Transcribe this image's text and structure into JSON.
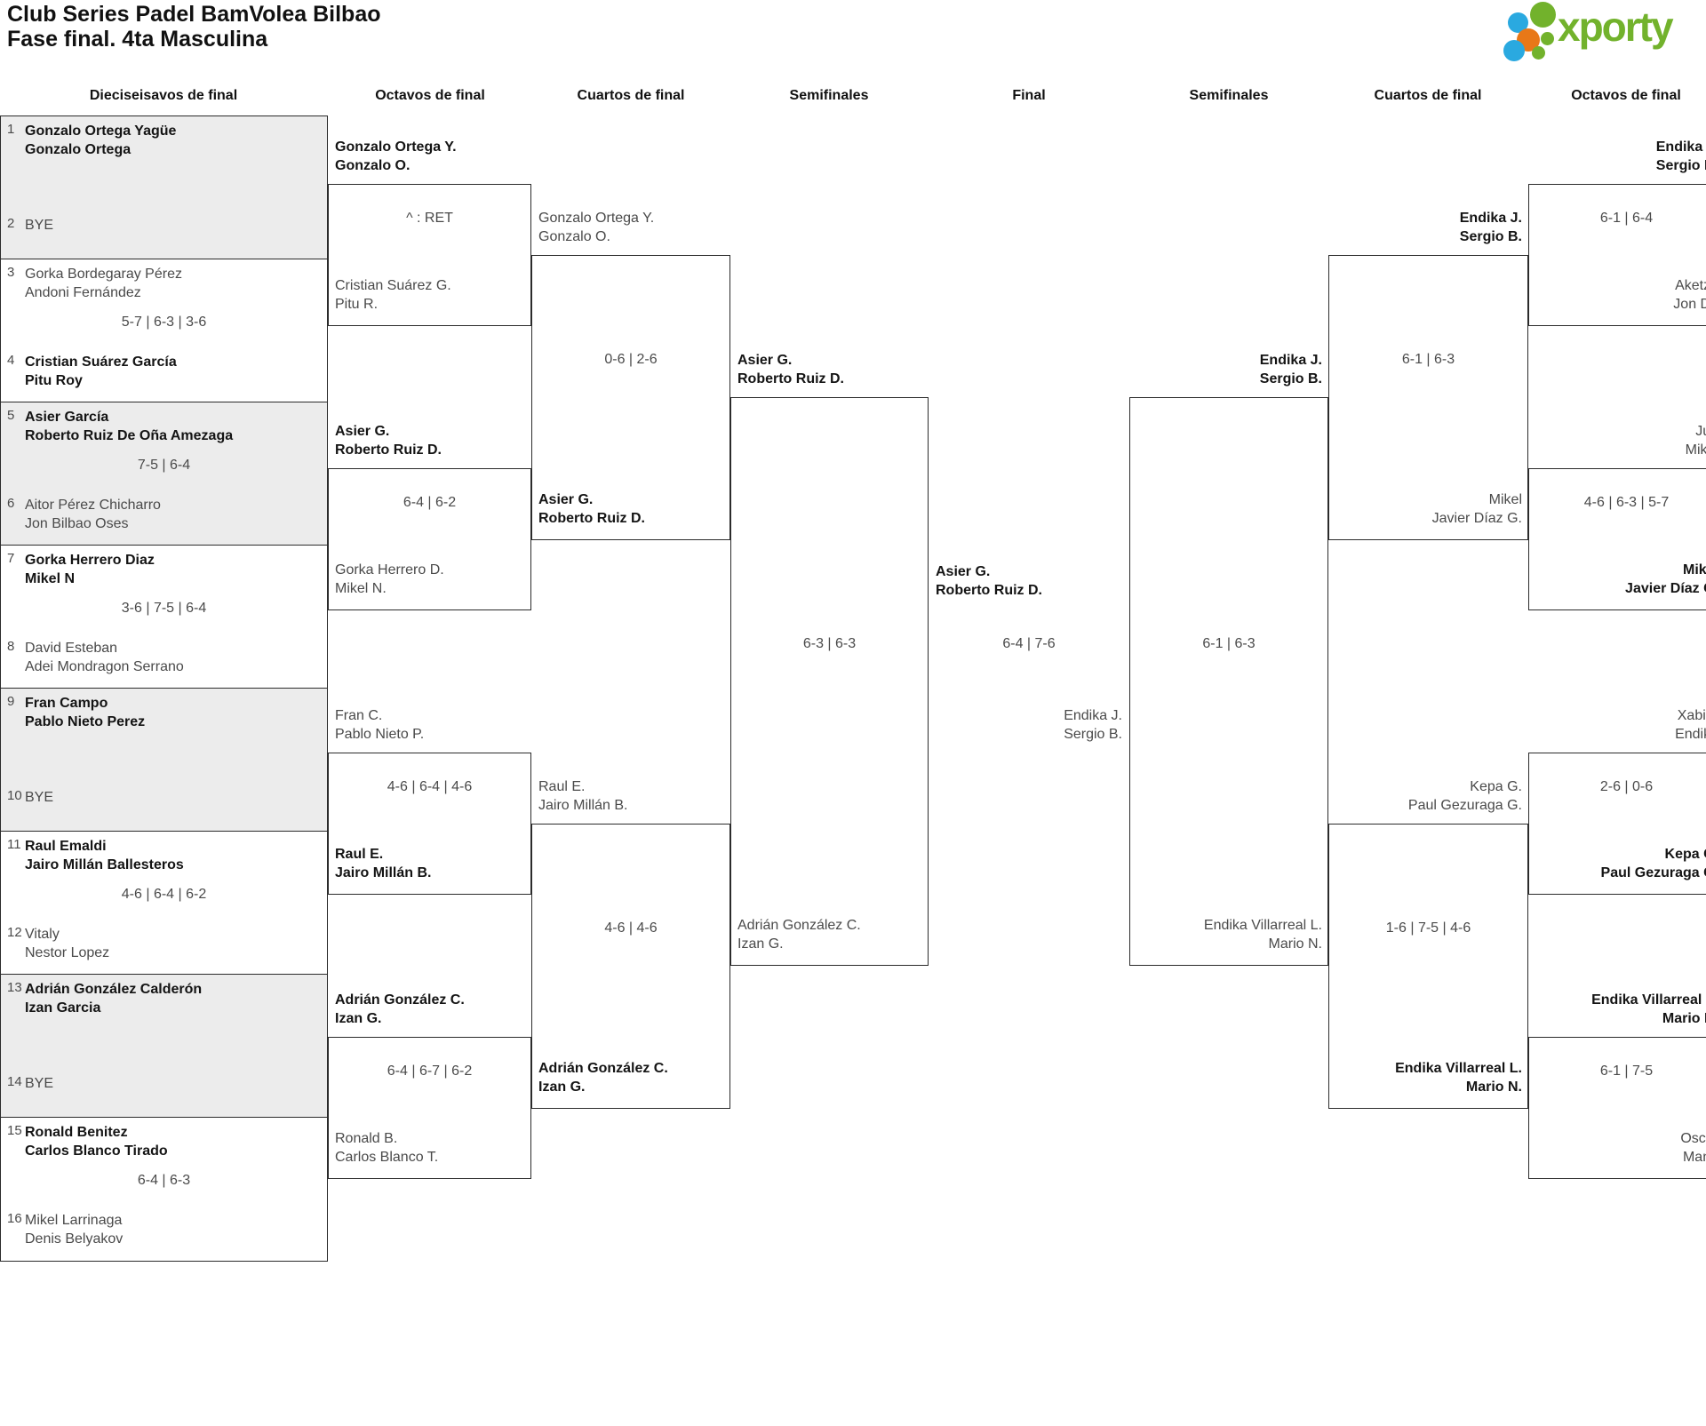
{
  "title": {
    "line1": "Club Series Padel BamVolea Bilbao",
    "line2": "Fase final. 4ta Masculina"
  },
  "logo": {
    "brand": "xporty"
  },
  "colors": {
    "accent_green": "#72b22c",
    "accent_blue": "#2aa9e0",
    "accent_orange": "#e87818",
    "box_border": "#2b2b2b",
    "muted_text": "#4a4a4a",
    "strong_text": "#141414",
    "stripe_bg": "#ececec"
  },
  "headers": [
    "Dieciseisavos de final",
    "Octavos de final",
    "Cuartos de final",
    "Semifinales",
    "Final",
    "Semifinales",
    "Cuartos de final",
    "Octavos de final"
  ],
  "seeds": [
    {
      "num": "1",
      "line1": "Gonzalo Ortega Yagüe",
      "line2": "Gonzalo Ortega"
    },
    {
      "num": "2",
      "line1": "BYE"
    },
    {
      "num": "3",
      "line1": "Gorka Bordegaray Pérez",
      "line2": "Andoni Fernández"
    },
    {
      "num": "4",
      "line1": "Cristian Suárez García",
      "line2": "Pitu Roy"
    },
    {
      "num": "5",
      "line1": "Asier García",
      "line2": "Roberto Ruiz De Oña Amezaga"
    },
    {
      "num": "6",
      "line1": "Aitor Pérez Chicharro",
      "line2": "Jon Bilbao Oses"
    },
    {
      "num": "7",
      "line1": "Gorka Herrero Diaz",
      "line2": "Mikel N"
    },
    {
      "num": "8",
      "line1": "David Esteban",
      "line2": "Adei Mondragon Serrano"
    },
    {
      "num": "9",
      "line1": "Fran Campo",
      "line2": "Pablo Nieto Perez"
    },
    {
      "num": "10",
      "line1": "BYE"
    },
    {
      "num": "11",
      "line1": "Raul Emaldi",
      "line2": "Jairo Millán Ballesteros"
    },
    {
      "num": "12",
      "line1": "Vitaly",
      "line2": "Nestor Lopez"
    },
    {
      "num": "13",
      "line1": "Adrián González Calderón",
      "line2": "Izan Garcia"
    },
    {
      "num": "14",
      "line1": "BYE"
    },
    {
      "num": "15",
      "line1": "Ronald Benitez",
      "line2": "Carlos Blanco Tirado"
    },
    {
      "num": "16",
      "line1": "Mikel Larrinaga",
      "line2": "Denis Belyakov"
    }
  ],
  "seed_scores": {
    "m2": "5-7 | 6-3 | 3-6",
    "m3": "7-5 | 6-4",
    "m4": "3-6 | 7-5 | 6-4",
    "m6": "4-6 | 6-4 | 6-2",
    "m8": "6-4 | 6-3"
  },
  "octavos_left": [
    {
      "t1": "Gonzalo Ortega Y.",
      "t2": "Gonzalo O.",
      "score": "^ : RET",
      "b1": "Cristian Suárez G.",
      "b2": "Pitu R."
    },
    {
      "t1": "Asier G.",
      "t2": "Roberto Ruiz D.",
      "score": "6-4 | 6-2",
      "b1": "Gorka Herrero D.",
      "b2": "Mikel N."
    },
    {
      "t1": "Fran C.",
      "t2": "Pablo Nieto P.",
      "score": "4-6 | 6-4 | 4-6",
      "b1": "Raul E.",
      "b2": "Jairo Millán B."
    },
    {
      "t1": "Adrián González C.",
      "t2": "Izan G.",
      "score": "6-4 | 6-7 | 6-2",
      "b1": "Ronald B.",
      "b2": "Carlos Blanco T."
    }
  ],
  "cuartos_left": [
    {
      "t1": "Gonzalo Ortega Y.",
      "t2": "Gonzalo O.",
      "score": "0-6 | 2-6",
      "b1": "Asier G.",
      "b2": "Roberto Ruiz D."
    },
    {
      "t1": "Raul E.",
      "t2": "Jairo Millán B.",
      "score": "4-6 | 4-6",
      "b1": "Adrián González C.",
      "b2": "Izan G."
    }
  ],
  "semifinal_left": {
    "t1": "Asier G.",
    "t2": "Roberto Ruiz D.",
    "score": "6-3 | 6-3",
    "b1": "Adrián González C.",
    "b2": "Izan G."
  },
  "final": {
    "t1": "Asier G.",
    "t2": "Roberto Ruiz D.",
    "score": "6-4 | 7-6",
    "b1": "Endika J.",
    "b2": "Sergio B."
  },
  "semifinal_right": {
    "t1": "Endika J.",
    "t2": "Sergio B.",
    "score": "6-1 | 6-3",
    "b1": "Endika Villarreal L.",
    "b2": "Mario N."
  },
  "cuartos_right": [
    {
      "t1": "Endika J.",
      "t2": "Sergio B.",
      "score": "6-1 | 6-3",
      "b1": "Mikel",
      "b2": "Javier Díaz G."
    },
    {
      "t1": "Kepa G.",
      "t2": "Paul Gezuraga G.",
      "score": "1-6 | 7-5 | 4-6",
      "b1": "Endika Villarreal L.",
      "b2": "Mario N."
    }
  ],
  "octavos_right": [
    {
      "t1": "Endika J.",
      "t2": "Sergio B.",
      "score": "6-1 | 6-4",
      "b1": "Aketza",
      "b2": "Jon De"
    },
    {
      "t1": "Jun",
      "t2": "Mikel",
      "score": "4-6 | 6-3 | 5-7",
      "b1": "Mikel",
      "b2": "Javier Díaz G."
    },
    {
      "t1": "Xabier",
      "t2": "Endika",
      "score": "2-6 | 0-6",
      "b1": "Kepa G.",
      "b2": "Paul Gezuraga G."
    },
    {
      "t1": "Endika Villarreal L.",
      "t2": "Mario N.",
      "score": "6-1 | 7-5",
      "b1": "Oscar",
      "b2": "Manu"
    }
  ]
}
